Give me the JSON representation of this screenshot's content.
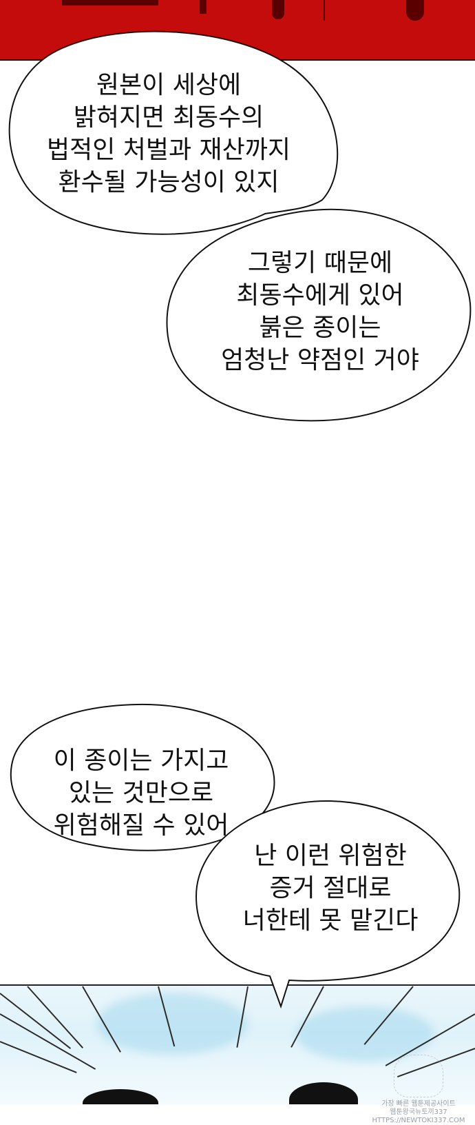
{
  "bubbles": [
    {
      "lines": [
        "원본이 세상에",
        "밝혀지면 최동수의",
        "법적인 처벌과 재산까지",
        "환수될 가능성이 있지"
      ]
    },
    {
      "lines": [
        "그렇기 때문에",
        "최동수에게 있어",
        "붉은 종이는",
        "엄청난 약점인 거야"
      ]
    },
    {
      "lines": [
        "이 종이는 가지고",
        "있는 것만으로",
        "위험해질 수 있어"
      ]
    },
    {
      "lines": [
        "난 이런 위험한",
        "증거 절대로",
        "너한테 못 맡긴다"
      ]
    }
  ],
  "watermark": {
    "line1": "가장 빠른 웹툰제공사이트",
    "line2": "웹툰왕국뉴토끼337",
    "line3": "HTTPS://NEWTOKI337.COM"
  },
  "colors": {
    "top_panel": "#c40c0c",
    "bubble_fill": "#ffffff",
    "bubble_stroke": "#111111",
    "scene_sky": "#dff2fa"
  }
}
